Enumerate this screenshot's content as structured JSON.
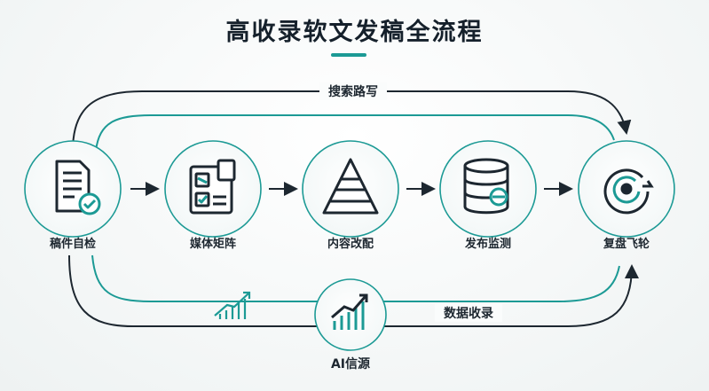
{
  "title": "高收录软文发稿全流程",
  "steps": [
    {
      "label": "稿件自检",
      "icon": "document-check-icon"
    },
    {
      "label": "媒体矩阵",
      "icon": "media-grid-icon"
    },
    {
      "label": "内容改配",
      "icon": "pyramid-icon"
    },
    {
      "label": "发布监测",
      "icon": "database-monitor-icon"
    },
    {
      "label": "复盘飞轮",
      "icon": "flywheel-icon"
    }
  ],
  "top_path_label": "搜索路写",
  "bottom_path_label": "数据收录",
  "ai_node": {
    "label": "AI信源",
    "icon": "growth-chart-icon"
  },
  "colors": {
    "accent": "#1c9a95",
    "dark": "#1d2730"
  }
}
